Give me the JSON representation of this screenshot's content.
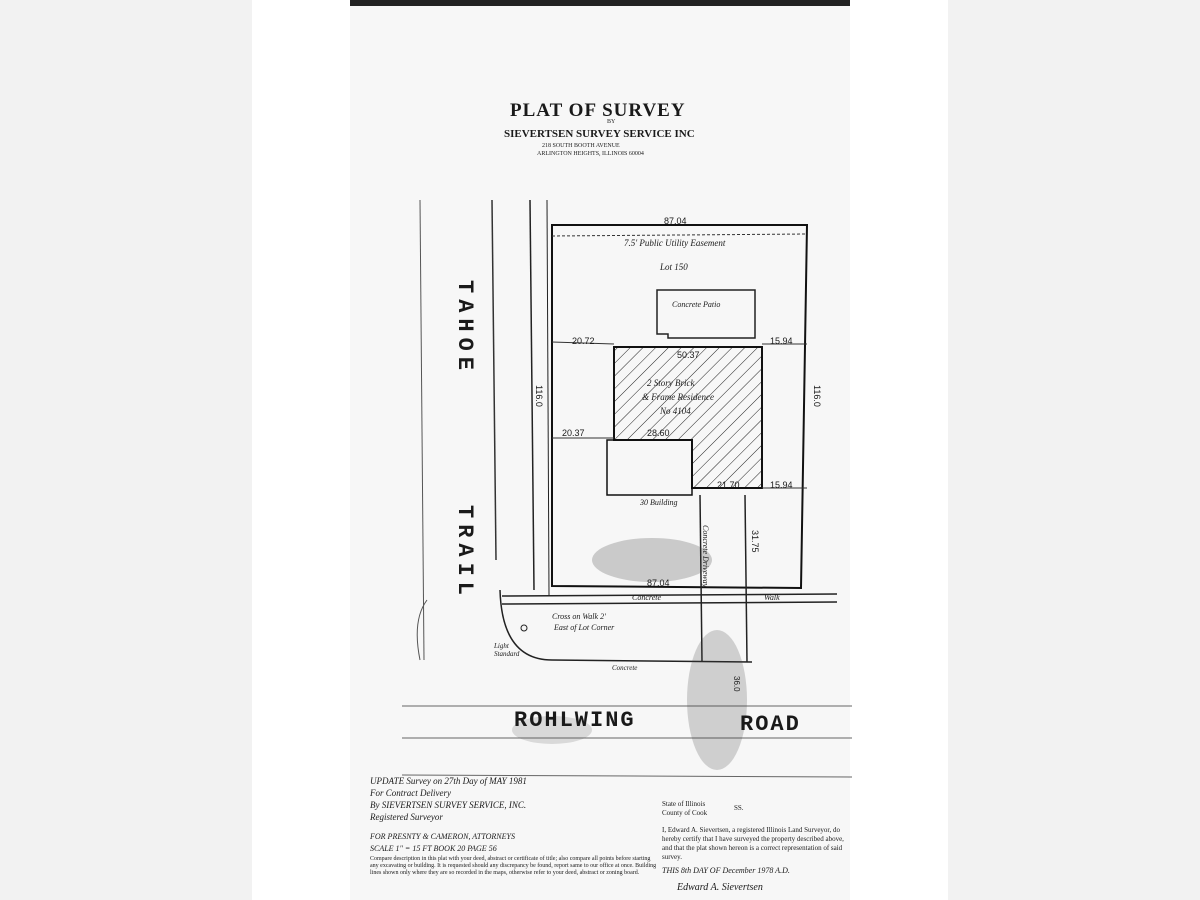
{
  "document": {
    "title": "PLAT OF SURVEY",
    "by": "BY",
    "company": "SIEVERTSEN SURVEY SERVICE INC",
    "address_line1": "218 SOUTH BOOTH AVENUE",
    "address_line2": "ARLINGTON HEIGHTS, ILLINOIS 60004",
    "lot_label": "Lot 150",
    "easement": "7.5' Public Utility Easement",
    "patio_label": "Concrete Patio",
    "house_label_1": "2 Story Brick",
    "house_label_2": "& Frame Residence",
    "house_label_3": "No 4104",
    "shed_label": "30 Building",
    "driveway_label": "Concrete Driveway",
    "walk_label": "Concrete",
    "walk_label2": "Walk",
    "corner_label": "Concrete",
    "light_label": "Light Standard",
    "cross_label_1": "Cross on Walk 2'",
    "cross_label_2": "East of Lot Corner",
    "street_west": "TAHOE",
    "street_west_2": "TRAIL",
    "street_south_1": "ROHLWING",
    "street_south_2": "ROAD",
    "dims": {
      "north": "87.04",
      "south": "87.04",
      "west": "116.0",
      "east": "116.0",
      "setback_west_1": "20.72",
      "setback_west_2": "20.37",
      "setback_east": "15.94",
      "house_top": "50.37",
      "house_mid": "28.60",
      "house_bot": "21.70",
      "side_east_2": "15.94",
      "drive_len": "31.75",
      "front": "36.0"
    },
    "update_note_1": "UPDATE Survey on 27th Day of MAY 1981",
    "update_note_2": "For Contract Delivery",
    "update_note_3": "By SIEVERTSEN SURVEY SERVICE, INC.",
    "update_note_4": "Registered Surveyor",
    "for_line": "FOR  PRESNTY & CAMERON, ATTORNEYS",
    "scale_line": "SCALE 1\" = 15 FT   BOOK 20  PAGE 56",
    "disclaimer": "Compare description in this plat with your deed, abstract or certificate of title; also compare all points before starting any excavating or building. It is requested should any discrepancy be found, report same to our office at once. Building lines shown only where they are so recorded in the maps, otherwise refer to your deed, abstract or zoning board.",
    "state_line": "State of Illinois",
    "county_line": "County of Cook",
    "ss": "SS.",
    "certification": "I, Edward A. Sievertsen, a registered Illinois Land Surveyor, do hereby certify that I have surveyed the property described above, and that the plat shown hereon is a correct representation of said survey.",
    "date_line": "THIS 8th DAY OF December 1978 A.D.",
    "signature": "Edward A. Sievertsen"
  }
}
